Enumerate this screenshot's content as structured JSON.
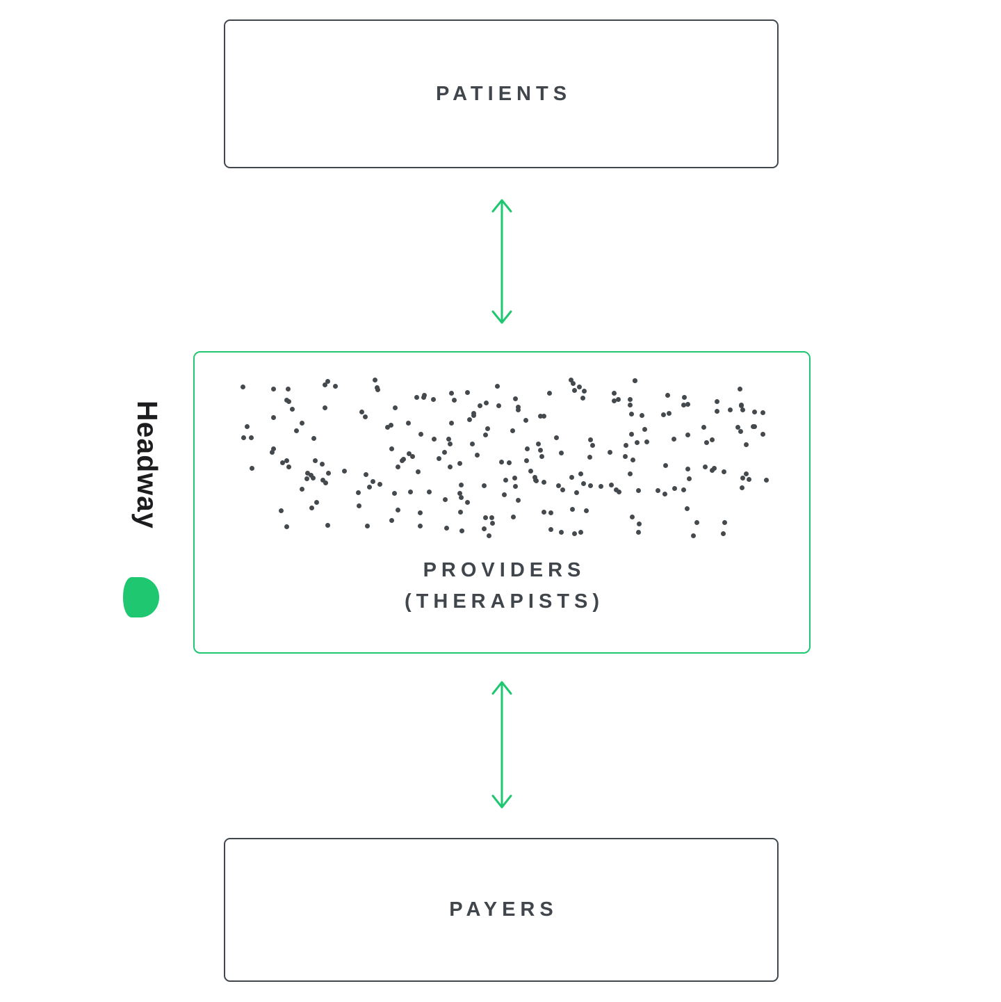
{
  "brand": {
    "wordmark": "Headway"
  },
  "boxes": {
    "patients": {
      "label": "PATIENTS"
    },
    "providers": {
      "label_line1": "PROVIDERS",
      "label_line2": "(THERAPISTS)"
    },
    "payers": {
      "label": "PAYERS"
    }
  },
  "colors": {
    "accent_green": "#1ec770",
    "box_border": "#40464b",
    "text": "#40464b",
    "dot": "#44494e",
    "wordmark": "#1d1d1f"
  },
  "dots": {
    "count": 235,
    "seed": 11
  }
}
